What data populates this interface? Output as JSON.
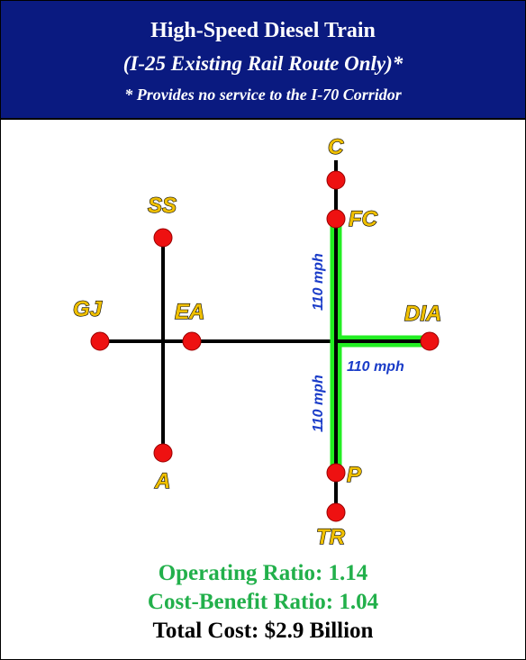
{
  "header": {
    "title": "High-Speed Diesel Train",
    "subtitle": "(I-25 Existing Rail Route Only)*",
    "note": "* Provides no service to the I-70 Corridor"
  },
  "colors": {
    "header_bg": "#0a1a80",
    "track": "#000000",
    "highlight": "#22ee22",
    "node": "#ee1111",
    "label_fill": "#f0c000",
    "speed_text": "#1a3cc8",
    "ratio_text": "#22b04b"
  },
  "nodes": {
    "c": "C",
    "fc": "FC",
    "ss": "SS",
    "gj": "GJ",
    "ea": "EA",
    "dia": "DIA",
    "a": "A",
    "p": "P",
    "tr": "TR"
  },
  "speeds": {
    "north": "110 mph",
    "east": "110 mph",
    "south": "110 mph"
  },
  "footer": {
    "operating_ratio": "Operating Ratio: 1.14",
    "cost_benefit_ratio": "Cost-Benefit Ratio: 1.04",
    "total_cost": "Total Cost: $2.9 Billion"
  }
}
